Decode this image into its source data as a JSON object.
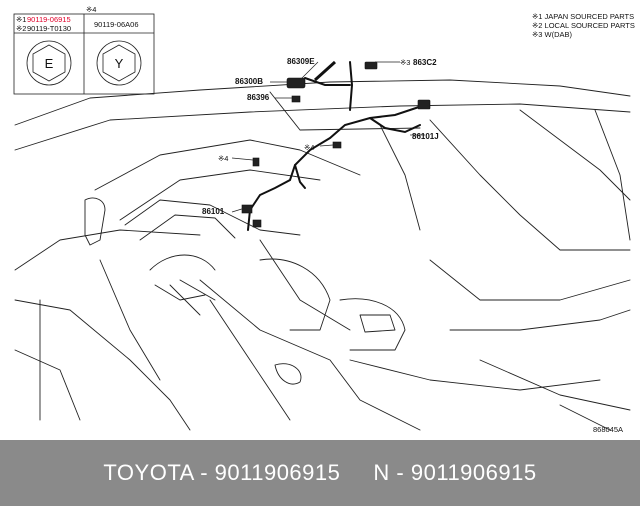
{
  "diagram": {
    "table": {
      "mark1": "※1",
      "mark2": "※2",
      "mark4": "※4",
      "part1": "90119-06915",
      "part2": "90119-T0130",
      "part4": "90119-06A06",
      "symbol_e": "E",
      "symbol_y": "Y"
    },
    "notes": [
      "※1 JAPAN SOURCED PARTS",
      "※2 LOCAL SOURCED PARTS",
      "※3 W(DAB)"
    ],
    "labels": {
      "l86309E": "86309E",
      "l863C2": "863C2",
      "l863C2_mark": "※3",
      "l86300B": "86300B",
      "l86396": "86396",
      "l86101J": "86101J",
      "l86101": "86101",
      "l_mark4a": "※4",
      "l_mark4b": "※4",
      "illustration_id": "868045A"
    },
    "colors": {
      "highlight": "#e0002a",
      "footer_bg": "#8a8a8a"
    }
  },
  "footer": {
    "text": "TOYOTA - 9011906915     N - 9011906915"
  }
}
